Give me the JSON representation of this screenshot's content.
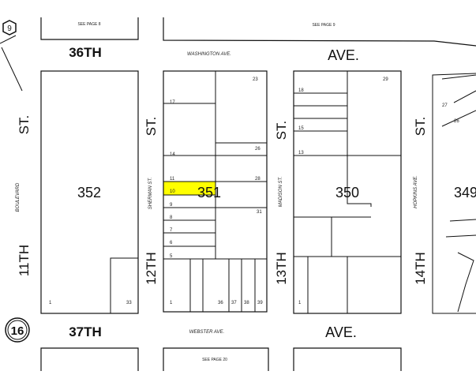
{
  "page_refs": {
    "top_left": "SEE PAGE 8",
    "top_right": "SEE PAGE 9",
    "bottom": "SEE PAGE 20"
  },
  "markers": {
    "hex": "9",
    "circle": "16"
  },
  "streets": {
    "top_avenue_number": "36TH",
    "top_avenue_name": "WASHINGTON AVE.",
    "top_avenue_suffix": "AVE.",
    "bottom_avenue_number": "37TH",
    "bottom_avenue_name": "WEBSTER AVE.",
    "bottom_avenue_suffix": "AVE.",
    "st_11_number": "11TH",
    "st_11_suffix": "ST.",
    "st_11_name": "BOULEVARD",
    "st_12_number": "12TH",
    "st_12_suffix": "ST.",
    "st_12_name": "SHERMAN ST.",
    "st_13_number": "13TH",
    "st_13_suffix": "ST.",
    "st_13_name": "MADISON ST.",
    "st_14_number": "14TH",
    "st_14_suffix": "ST.",
    "st_14_name": "HOPKINS AVE."
  },
  "blocks": [
    {
      "number": "352",
      "lots": [
        "1",
        "33"
      ]
    },
    {
      "number": "351",
      "lots": [
        "23",
        "17",
        "14",
        "11",
        "10",
        "26",
        "28",
        "9",
        "8",
        "7",
        "6",
        "5",
        "31",
        "1",
        "36",
        "37",
        "38",
        "39"
      ],
      "highlighted_lot": "10",
      "highlight_color": "#ffff00"
    },
    {
      "number": "350",
      "lots": [
        "29",
        "18",
        "15",
        "13",
        "1"
      ]
    },
    {
      "number": "349",
      "lots": [
        "27",
        "26"
      ]
    }
  ]
}
